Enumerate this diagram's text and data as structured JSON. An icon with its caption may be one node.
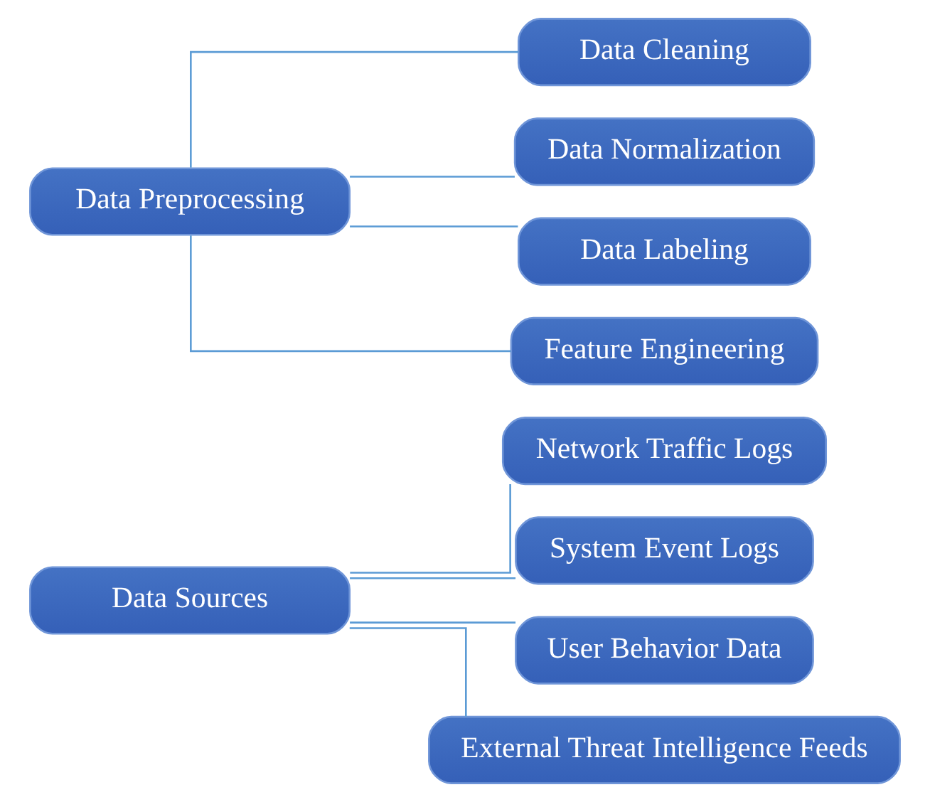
{
  "diagram": {
    "nodes": [
      {
        "text": [
          "Data Sources"
        ]
      },
      {
        "text": [
          "Network Traffic Logs"
        ]
      },
      {
        "text": [
          "System Event Logs"
        ]
      },
      {
        "text": [
          "User Behavior Data"
        ]
      },
      {
        "text": [
          "External Threat Intelligence Feeds"
        ]
      },
      {
        "text": [
          "Data Preprocessing"
        ]
      },
      {
        "text": [
          "Data Cleaning"
        ]
      },
      {
        "text": [
          "Data Normalization"
        ]
      },
      {
        "text": [
          "Data Labeling"
        ]
      },
      {
        "text": [
          "Feature Engineering"
        ]
      }
    ],
    "edges": [
      {
        "from": 0,
        "to": 1,
        "arrow": "none"
      },
      {
        "from": 0,
        "to": 2,
        "arrow": "none"
      },
      {
        "from": 0,
        "to": 3,
        "arrow": "none"
      },
      {
        "from": 0,
        "to": 4,
        "arrow": "none"
      },
      {
        "from": 5,
        "to": 6,
        "arrow": "none"
      },
      {
        "from": 5,
        "to": 7,
        "arrow": "none"
      },
      {
        "from": 5,
        "to": 8,
        "arrow": "none"
      },
      {
        "from": 5,
        "to": 9,
        "arrow": "none"
      }
    ]
  }
}
